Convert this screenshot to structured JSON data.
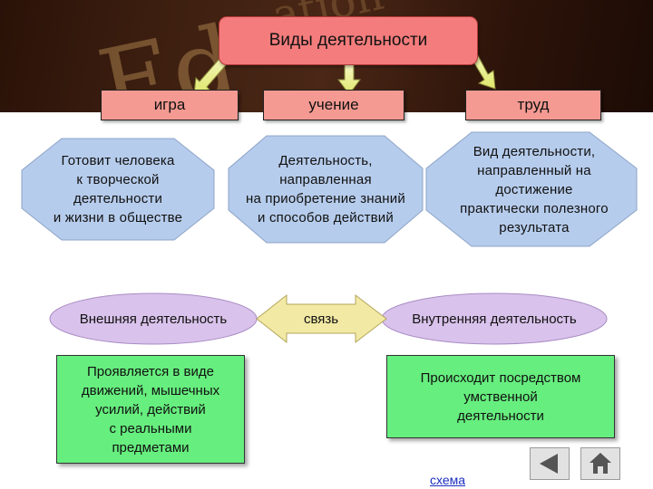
{
  "title": "Виды деятельности",
  "categories": [
    {
      "label": "игра"
    },
    {
      "label": "учение"
    },
    {
      "label": "труд"
    }
  ],
  "descriptions": [
    {
      "lines": [
        "Готовит человека",
        "к творческой",
        "деятельности",
        "и жизни в обществе"
      ]
    },
    {
      "lines": [
        "Деятельность,",
        "направленная",
        "на приобретение знаний",
        "и способов действий"
      ]
    },
    {
      "lines": [
        "Вид деятельности,",
        "направленный на",
        "достижение",
        "практически полезного",
        "результата"
      ]
    }
  ],
  "external": {
    "label": "Внешняя деятельность",
    "description": [
      "Проявляется в виде",
      "движений, мышечных",
      "усилий, действий",
      "с реальными",
      "предметами"
    ]
  },
  "link": {
    "label": "связь"
  },
  "internal": {
    "label": "Внутренняя деятельность",
    "description": [
      "Происходит посредством",
      "умственной",
      "деятельности"
    ]
  },
  "scheme_link": "схема",
  "colors": {
    "title_fill": "#f47c7c",
    "category_fill": "#f49a92",
    "octagon_fill": "#b6ccec",
    "ellipse_fill": "#d9c2eb",
    "link_arrow_fill": "#f2e9a4",
    "green_fill": "#66ee7e",
    "header_bg": "#3d1f10"
  },
  "icons": {
    "back": "triangle-left-icon",
    "home": "home-icon"
  }
}
